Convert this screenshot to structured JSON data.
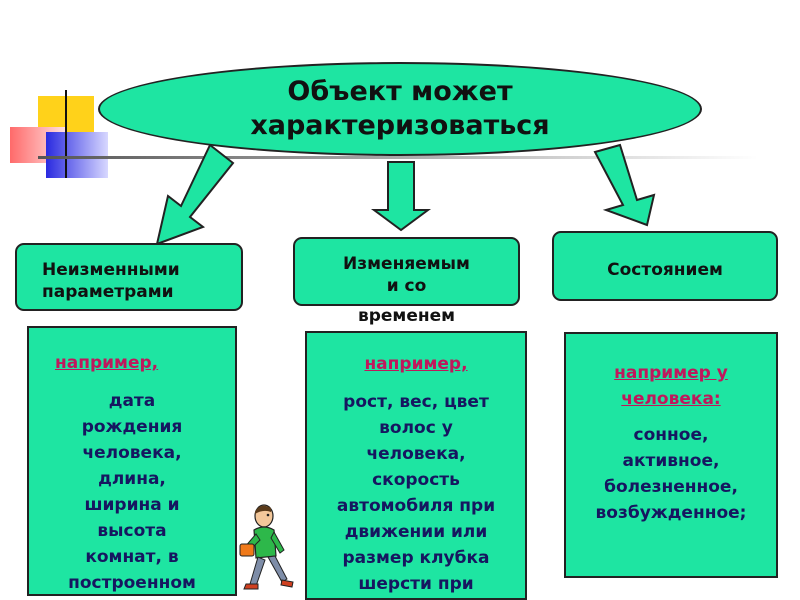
{
  "colors": {
    "shape_fill": "#1ee5a2",
    "outline": "#222222",
    "example_text": "#161660",
    "example_lead": "#c0175c",
    "arrow_fill": "#1ee5a2"
  },
  "title": {
    "lines": [
      "Объект может",
      "характеризоваться"
    ]
  },
  "categories": [
    {
      "lines": [
        "Неизменными",
        "параметрами"
      ]
    },
    {
      "lines": [
        "Изменяемым",
        "и со",
        "временем"
      ]
    },
    {
      "lines": [
        "Состоянием"
      ]
    }
  ],
  "examples": [
    {
      "lead": "например,",
      "lines": [
        "дата",
        "рождения",
        "человека,",
        "длина,",
        "ширина и",
        "высота",
        "комнат, в",
        "построенном"
      ]
    },
    {
      "lead": "например,",
      "lines": [
        "рост, вес, цвет",
        "волос у",
        "человека,",
        "скорость",
        "автомобиля при",
        "движении или",
        "размер клубка",
        "шерсти при"
      ]
    },
    {
      "lead_lines": [
        "например у",
        "человека:"
      ],
      "lines": [
        "сонное,",
        "активное,",
        "болезненное,",
        "возбужденное;"
      ]
    }
  ],
  "icons": {
    "decoration": "color-squares-decoration",
    "clipart": "walking-student-clipart-icon"
  }
}
